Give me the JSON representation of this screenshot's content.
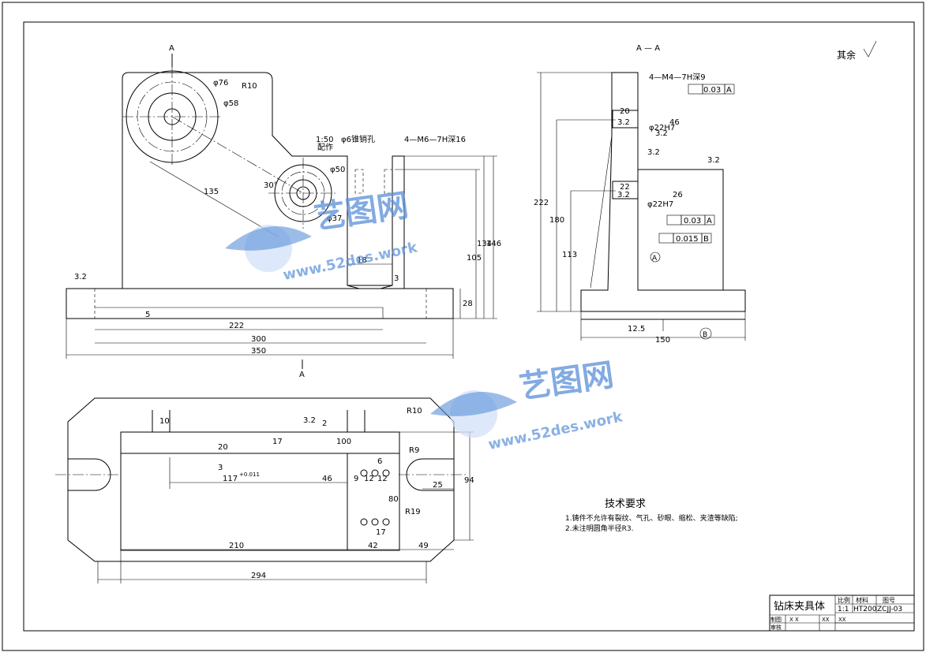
{
  "sheet_title": "钻床夹具体",
  "title_block": {
    "headers": [
      "比例",
      "材料",
      "图号"
    ],
    "values": [
      "1:1",
      "HT200",
      "ZCJJ-03"
    ],
    "row_labels": [
      "制图",
      "审核"
    ],
    "drawer": "X X",
    "date1": "XX",
    "date2": "XX"
  },
  "surface_finish_note": "其余",
  "section_label": "A — A",
  "view_cut_label": "A",
  "notes": {
    "title": "技术要求",
    "items": [
      "1.铸件不允许有裂纹、气孔、砂眼、缩松、夹渣等缺陷;",
      "2.未注明圆角半径R3."
    ]
  },
  "front_view": {
    "dims": [
      "φ76",
      "φ58",
      "R10",
      "φ50",
      "φ37",
      "30°",
      "135",
      "1:50",
      "φ6锥销孔",
      "配作",
      "4—M6—7H深16",
      "18",
      "3",
      "5",
      "222",
      "300",
      "350",
      "28",
      "105",
      "134",
      "146",
      "3.2"
    ]
  },
  "section_view": {
    "dims": [
      "4—M4—7H深9",
      "0.03",
      "A",
      "20",
      "φ22H7",
      "3.2",
      "46",
      "3.2",
      "3.2",
      "22",
      "φ22H7",
      "3.2",
      "26",
      "0.03",
      "A",
      "0.015",
      "B",
      "222",
      "180",
      "113",
      "12.5",
      "150",
      "B",
      "A",
      "3.2"
    ]
  },
  "top_view": {
    "dims": [
      "10",
      "3.2",
      "2",
      "R10",
      "17",
      "100",
      "20",
      "3",
      "R9",
      "117",
      "+0.011",
      "46",
      "6",
      "9",
      "12",
      "12",
      "25",
      "94",
      "80",
      "17",
      "R19",
      "210",
      "42",
      "49",
      "294"
    ]
  },
  "watermark": {
    "brand": "艺图网",
    "url": "www.52des.work"
  }
}
